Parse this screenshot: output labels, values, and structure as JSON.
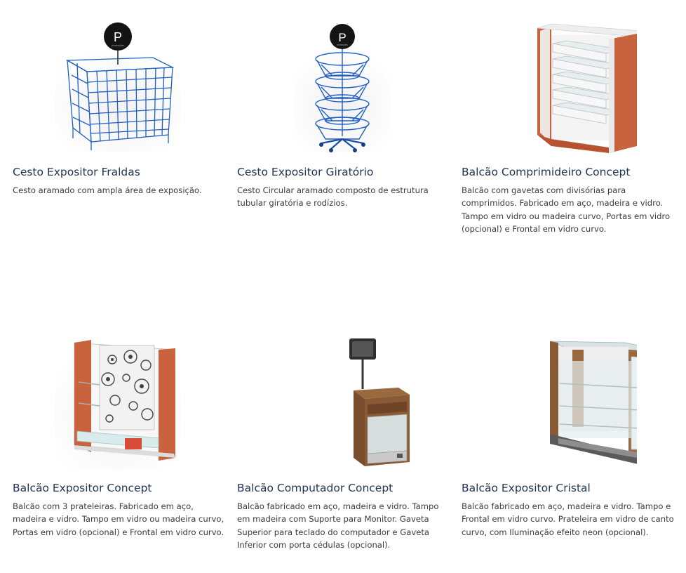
{
  "products": [
    {
      "title": "Cesto Expositor Fraldas",
      "description": "Cesto aramado com ampla área de exposição.",
      "icon": "wire-basket-display-icon",
      "sign_letter": "P",
      "sign_caption": "promoções"
    },
    {
      "title": "Cesto Expositor Giratório",
      "description": "Cesto Circular aramado composto de estrutura tubular giratória e rodízios.",
      "icon": "rotating-basket-display-icon",
      "sign_letter": "P",
      "sign_caption": "promoções"
    },
    {
      "title": "Balcão Comprimideiro Concept",
      "description": "Balcão com gavetas com divisórias para comprimidos. Fabricado em aço, madeira e vidro. Tampo em vidro ou madeira curvo, Portas em vidro (opcional) e Frontal em vidro curvo.",
      "icon": "pill-drawer-counter-icon"
    },
    {
      "title": "Balcão Expositor Concept",
      "description": "Balcão com 3 prateleiras. Fabricado em aço, madeira e vidro. Tampo em vidro ou madeira curvo, Portas em vidro (opcional) e Frontal em vidro curvo.",
      "icon": "glass-display-counter-icon"
    },
    {
      "title": "Balcão Computador Concept",
      "description": "Balcão fabricado em aço, madeira e vidro. Tampo em madeira com Suporte para Monitor. Gaveta Superior para teclado do computador e Gaveta Inferior com porta cédulas (opcional).",
      "icon": "computer-counter-icon"
    },
    {
      "title": "Balcão Expositor Cristal",
      "description": "Balcão fabricado em aço, madeira e vidro. Tampo e Frontal em vidro curvo. Prateleira em vidro de canto curvo, com Iluminação efeito neon (opcional).",
      "icon": "crystal-display-counter-icon"
    }
  ],
  "colors": {
    "title": "#1e3550",
    "text": "#3a3a3a",
    "wire_blue": "#1f5fc4",
    "copper": "#c8633d",
    "wood": "#8a5a35"
  }
}
